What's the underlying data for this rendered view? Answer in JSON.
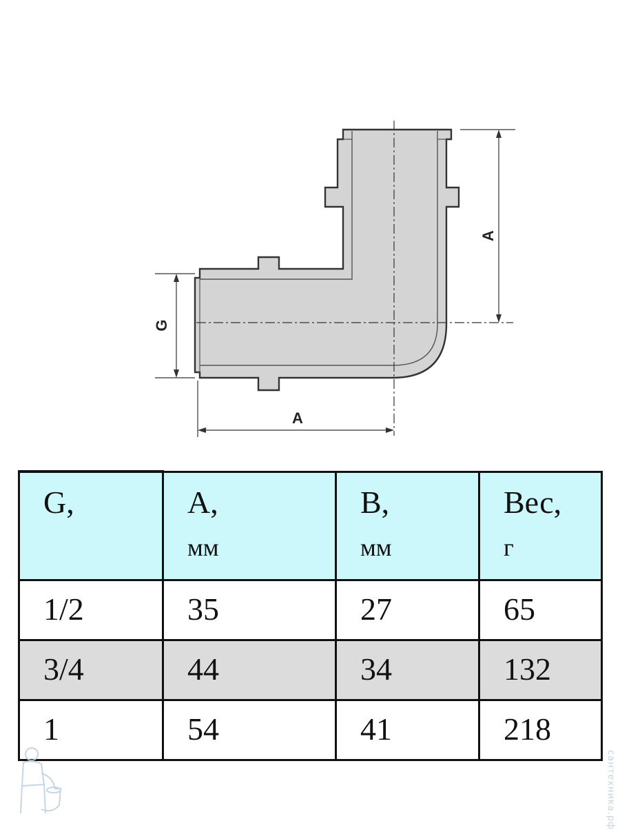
{
  "drawing": {
    "labels": {
      "g": "G",
      "a_vertical": "A",
      "a_horizontal": "A"
    }
  },
  "table": {
    "headers": [
      {
        "name": "G,",
        "unit": ""
      },
      {
        "name": "A,",
        "unit": "мм"
      },
      {
        "name": "B,",
        "unit": "мм"
      },
      {
        "name": "Вес,",
        "unit": "г"
      }
    ],
    "rows": [
      [
        "1/2",
        "35",
        "27",
        "65"
      ],
      [
        "3/4",
        "44",
        "34",
        "132"
      ],
      [
        "1",
        "54",
        "41",
        "218"
      ]
    ]
  },
  "watermark": {
    "text": "сантехника.рф"
  },
  "colors": {
    "header_bg": "#ccf7fb",
    "alt_row_bg": "#dcdcdc",
    "part_fill": "#d4d4d4"
  }
}
